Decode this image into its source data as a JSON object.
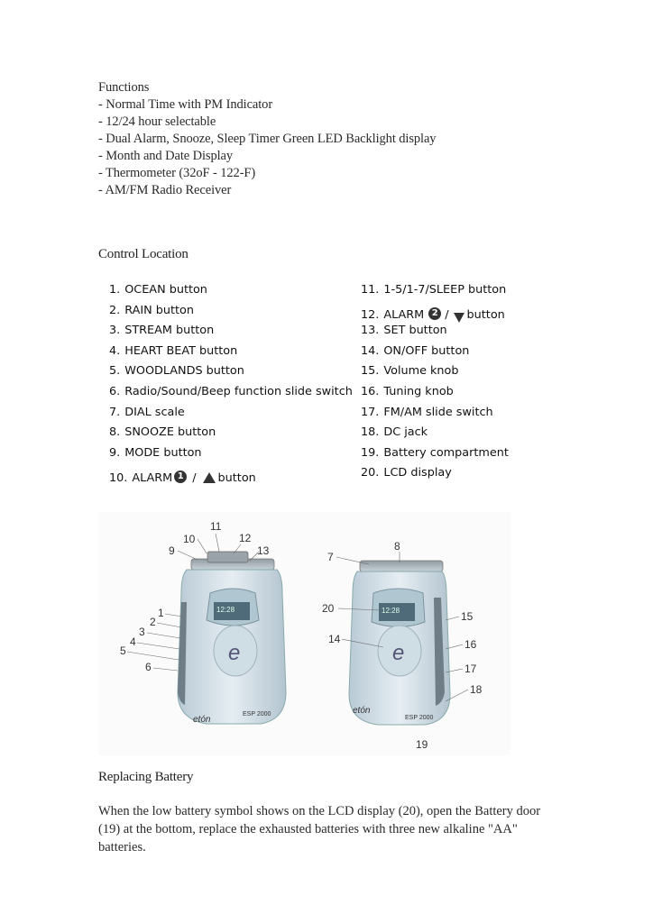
{
  "functions": {
    "title": "Functions",
    "items": [
      "- Normal Time with PM Indicator",
      "- 12/24 hour selectable",
      "- Dual Alarm, Snooze, Sleep Timer Green LED Backlight display",
      "- Month and Date Display",
      "- Thermometer (32oF - 122-F)",
      "- AM/FM Radio Receiver"
    ]
  },
  "control_location": {
    "title": "Control Location",
    "left": [
      {
        "num": "1.",
        "label": "OCEAN button"
      },
      {
        "num": "2.",
        "label": "RAIN button"
      },
      {
        "num": "3.",
        "label": "STREAM button"
      },
      {
        "num": "4.",
        "label": "HEART BEAT button"
      },
      {
        "num": "5.",
        "label": "WOODLANDS button"
      },
      {
        "num": "6.",
        "label": "Radio/Sound/Beep function slide switch"
      },
      {
        "num": "7.",
        "label": "DIAL scale"
      },
      {
        "num": "8.",
        "label": "SNOOZE button"
      },
      {
        "num": "9.",
        "label": "MODE button"
      },
      {
        "num": "10.",
        "label_a": "ALARM",
        "glyph_a": "1",
        "sep": "/",
        "label_b": "button"
      }
    ],
    "right": [
      {
        "num": "11.",
        "label": "1-5/1-7/SLEEP button"
      },
      {
        "num": "12.",
        "label_a": "ALARM",
        "glyph_a": "2",
        "sep": "/",
        "label_b": "button"
      },
      {
        "num": "13.",
        "label": "SET button"
      },
      {
        "num": "14.",
        "label": "ON/OFF button"
      },
      {
        "num": "15.",
        "label": "Volume knob"
      },
      {
        "num": "16.",
        "label": "Tuning knob"
      },
      {
        "num": "17.",
        "label": "FM/AM slide switch"
      },
      {
        "num": "18.",
        "label": "DC jack"
      },
      {
        "num": "19.",
        "label": "Battery compartment"
      },
      {
        "num": "20.",
        "label": "LCD display"
      }
    ]
  },
  "figure": {
    "brand": "etón",
    "model": "ESP 2000",
    "lcd_time": "12:28",
    "left_callouts": [
      "1",
      "2",
      "3",
      "4",
      "5",
      "6",
      "9",
      "10",
      "11",
      "12",
      "13"
    ],
    "right_callouts": [
      "7",
      "8",
      "14",
      "15",
      "16",
      "17",
      "18",
      "19",
      "20"
    ]
  },
  "battery": {
    "title": "Replacing Battery",
    "text": "When the low battery symbol shows on the LCD display (20), open the Battery door (19) at the bottom, replace the exhausted batteries with three new alkaline \"AA\" batteries."
  }
}
